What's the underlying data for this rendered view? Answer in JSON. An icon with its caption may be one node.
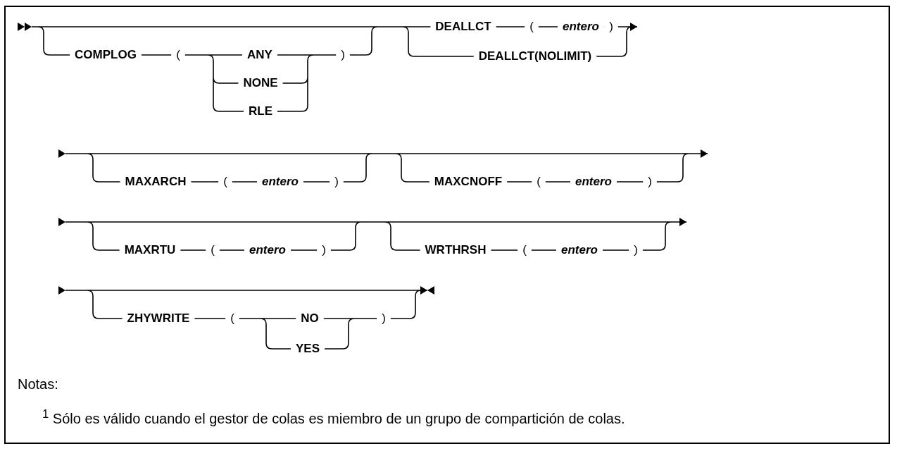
{
  "diagram": {
    "labels": [
      "DEALLCT",
      "(",
      "entero",
      ")",
      "COMPLOG",
      "(",
      "ANY",
      ")",
      "DEALLCT(NOLIMIT)",
      "NONE",
      "RLE",
      "MAXARCH",
      "(",
      "entero",
      ")",
      "MAXCNOFF",
      "(",
      "entero",
      ")",
      "MAXRTU",
      "(",
      "entero",
      ")",
      "WRTHRSH",
      "(",
      "entero",
      ")",
      "ZHYWRITE",
      "(",
      "NO",
      ")",
      "YES",
      "Notas:",
      "$^{1}$ Sólo es válido cuando el gestor de colas es miembro de un grupo de compartición de colas."
    ]
  }
}
